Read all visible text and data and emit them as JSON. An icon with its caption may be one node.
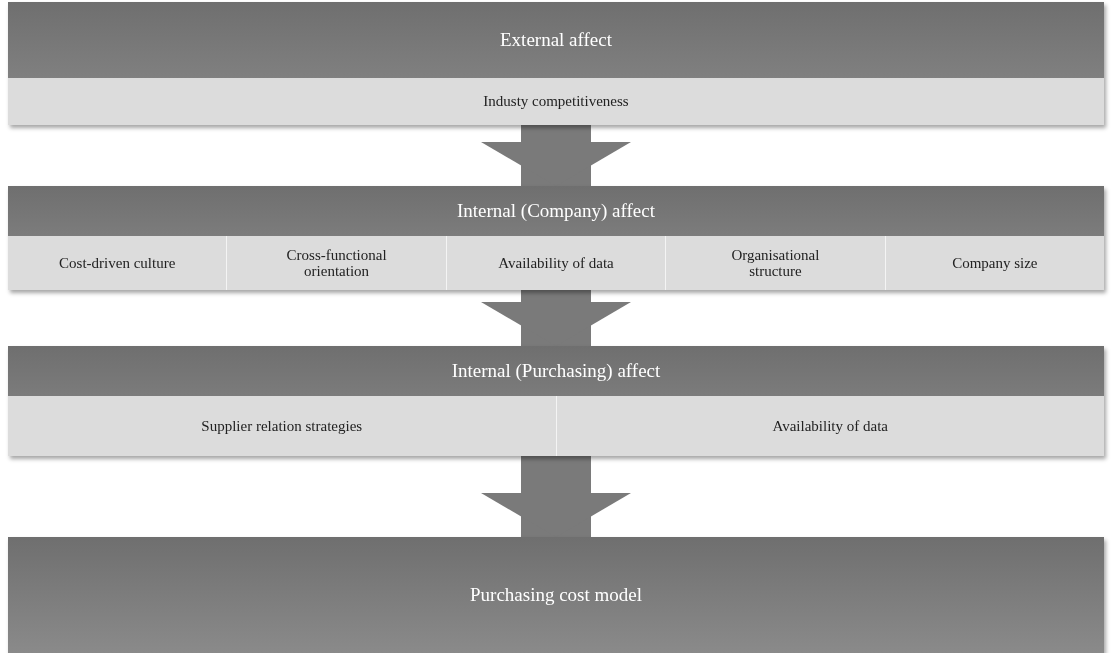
{
  "diagram": {
    "nodes": [
      {
        "text": [
          "External affect"
        ]
      },
      {
        "text": [
          "Industy competitiveness"
        ],
        "in": 0
      },
      {
        "text": [
          "Internal (Company) affect"
        ]
      },
      {
        "text": [
          "Cost-driven culture"
        ],
        "in": 2
      },
      {
        "text": [
          "Cross-functional orientation"
        ],
        "in": 2
      },
      {
        "text": [
          "Availability of data"
        ],
        "in": 2
      },
      {
        "text": [
          "Organisational structure"
        ],
        "in": 2
      },
      {
        "text": [
          "Company size"
        ],
        "in": 2
      },
      {
        "text": [
          "Internal (Purchasing) affect"
        ]
      },
      {
        "text": [
          "Supplier relation strategies"
        ],
        "in": 8
      },
      {
        "text": [
          "Availability of data"
        ],
        "in": 8
      },
      {
        "text": [
          "Purchasing cost model"
        ]
      }
    ],
    "edges": [
      {
        "from": 0,
        "to": 2,
        "arrow": "to"
      },
      {
        "from": 2,
        "to": 8,
        "arrow": "to"
      },
      {
        "from": 8,
        "to": 11,
        "arrow": "to"
      }
    ]
  }
}
